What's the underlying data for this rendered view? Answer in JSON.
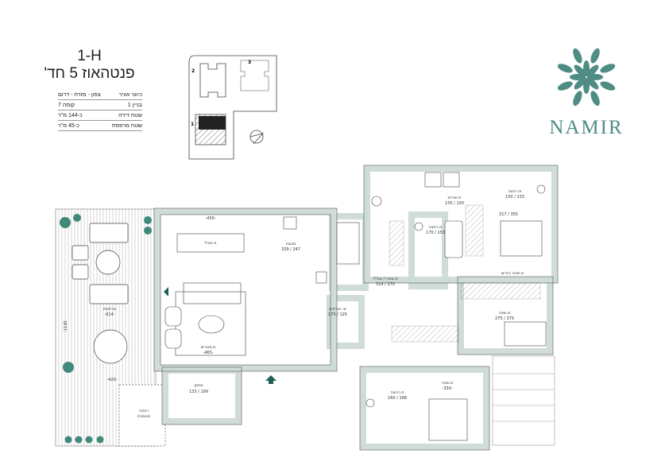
{
  "header": {
    "unit_code": "1-H",
    "unit_type": "פנטהאוז 5 חד'"
  },
  "info_table": [
    {
      "label": "כיווני אוויר",
      "value": "צפון - מזרח - דרום"
    },
    {
      "label": "בניין 1",
      "value": "קומה 7"
    },
    {
      "label": "שטח דירה",
      "value": "כ-144 מ\"ר"
    },
    {
      "label": "שטח מרפסת",
      "value": "כ-45 מ\"ר"
    }
  ],
  "key_plan": {
    "building_1": "1",
    "building_2": "2",
    "building_3": "3"
  },
  "brand": {
    "name": "NAMIR",
    "color": "#4e8c84"
  },
  "rooms": {
    "living": {
      "name": "ת.מגורים",
      "dim": "-465-"
    },
    "dining": {
      "name": "פ.אוכל",
      "dim": "-430-"
    },
    "kitchen": {
      "name": "מטבח",
      "dim": "247 / 329"
    },
    "mamad": {
      "name": "ת.שינה / ממ\"ד",
      "dim": "270 / 314"
    },
    "bath1": {
      "name": "ת.רחצה",
      "dim": "153 / 170"
    },
    "laundry": {
      "name": "ת.שירות",
      "dim": "150 / 155"
    },
    "bath_master": {
      "name": "ת.רחצה",
      "dim": "233 / 150"
    },
    "master": {
      "name": "ת.שינה הורים",
      "dim": "355 / 317"
    },
    "bedroom": {
      "name": "ת.שינה",
      "dim": "375 / 275"
    },
    "guest_wc": {
      "name": "ש. אורחים",
      "dim": "125 / 170"
    },
    "storage": {
      "name": "מחסן",
      "dim": "199 / 133"
    },
    "bath3": {
      "name": "ת.רחצה",
      "dim": "168 / 160"
    },
    "bedroom3": {
      "name": "ת.שינה",
      "dim": "-330-"
    },
    "terrace": {
      "name": "מרפסת",
      "dim": "-614-"
    },
    "terrace_dim2": "-1130-",
    "terrace_dim3": "-420-",
    "lowered": {
      "line1": "רצפה",
      "line2": "מונמכת"
    }
  },
  "colors": {
    "wall": "#cfdcd8",
    "accent": "#1f5f58",
    "plant": "#3f8a7a"
  }
}
